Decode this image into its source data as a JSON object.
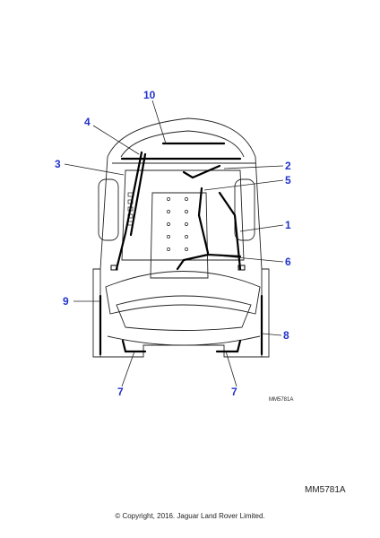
{
  "diagram": {
    "inset_code": "MM5781A",
    "callouts": [
      {
        "id": "c10",
        "label": "10"
      },
      {
        "id": "c4",
        "label": "4"
      },
      {
        "id": "c3",
        "label": "3"
      },
      {
        "id": "c2",
        "label": "2"
      },
      {
        "id": "c5",
        "label": "5"
      },
      {
        "id": "c1",
        "label": "1"
      },
      {
        "id": "c6",
        "label": "6"
      },
      {
        "id": "c9",
        "label": "9"
      },
      {
        "id": "c8",
        "label": "8"
      },
      {
        "id": "c7a",
        "label": "7"
      },
      {
        "id": "c7b",
        "label": "7"
      }
    ]
  },
  "footer": {
    "ref_code": "MM5781A",
    "copyright": "© Copyright, 2016. Jaguar Land Rover Limited."
  }
}
